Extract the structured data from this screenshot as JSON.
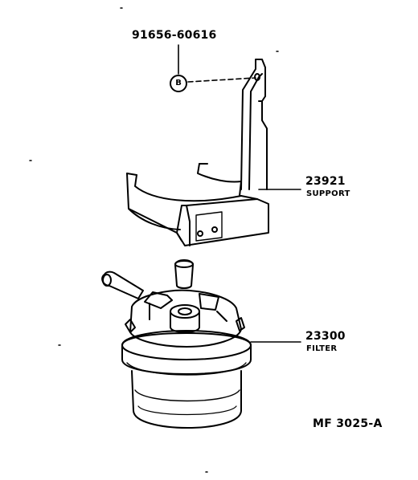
{
  "parts": [
    {
      "id": "bolt",
      "number": "91656-60616",
      "name": ""
    },
    {
      "id": "support",
      "number": "23921",
      "name": "SUPPORT"
    },
    {
      "id": "filter",
      "number": "23300",
      "name": "FILTER"
    }
  ],
  "callout_letter": "B",
  "drawing_code": "MF 3025-A",
  "colors": {
    "ink": "#000000",
    "paper": "#ffffff"
  }
}
